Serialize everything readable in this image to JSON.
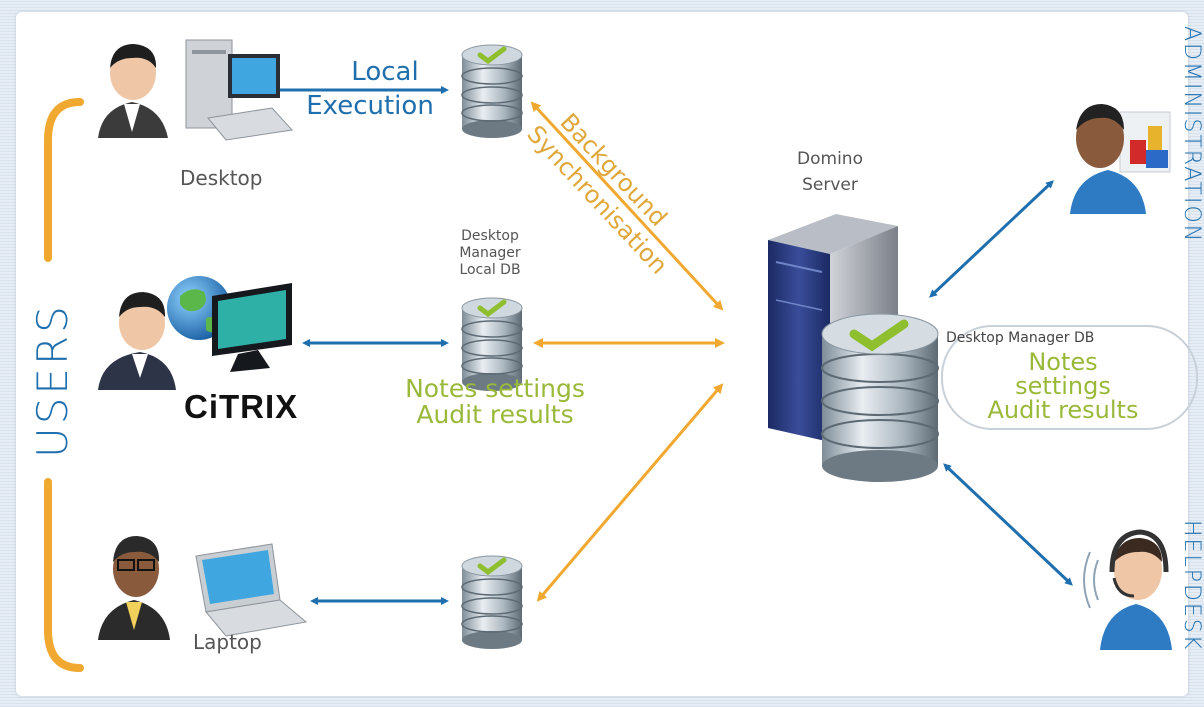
{
  "labels": {
    "local": "Local",
    "execution": "Execution",
    "desktop": "Desktop",
    "laptop": "Laptop",
    "background_sync_1": "Background",
    "background_sync_2": "Synchronisation",
    "dm_local_db_1": "Desktop",
    "dm_local_db_2": "Manager",
    "dm_local_db_3": "Local DB",
    "notes_settings": "Notes settings",
    "audit_results": "Audit results",
    "domino_1": "Domino",
    "domino_2": "Server",
    "dm_db": "Desktop Manager DB",
    "notes": "Notes",
    "settings": "settings",
    "audit_results_2": "Audit results",
    "citrix": "CiTRIX",
    "users": "USERS",
    "administration": "ADMINISTRATION",
    "helpdesk": "HELPDESK"
  },
  "colors": {
    "blue": "#1f6fae",
    "green": "#9ab93a",
    "orange": "#f0a830"
  }
}
